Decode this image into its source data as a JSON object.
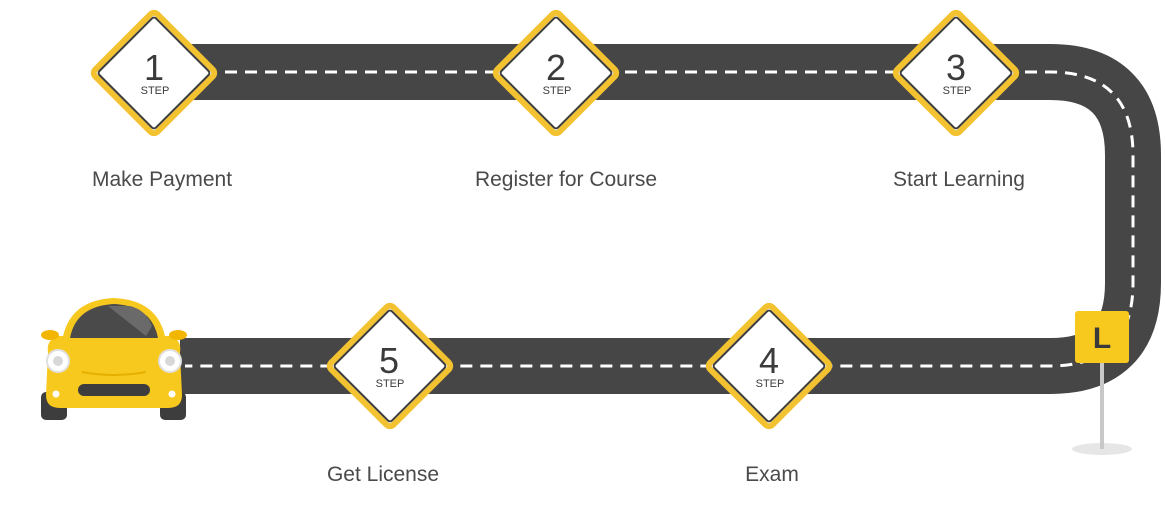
{
  "colors": {
    "road": "#464646",
    "lane_dash": "#ffffff",
    "sign_border": "#f2c230",
    "sign_fill": "#ffffff",
    "car_body": "#f7c81e",
    "text": "#4a4a4a"
  },
  "road_sign": {
    "letter": "L"
  },
  "steps": [
    {
      "number": "1",
      "sub": "STEP",
      "label": "Make Payment"
    },
    {
      "number": "2",
      "sub": "STEP",
      "label": "Register for Course"
    },
    {
      "number": "3",
      "sub": "STEP",
      "label": "Start Learning"
    },
    {
      "number": "4",
      "sub": "STEP",
      "label": "Exam"
    },
    {
      "number": "5",
      "sub": "STEP",
      "label": "Get License"
    }
  ]
}
